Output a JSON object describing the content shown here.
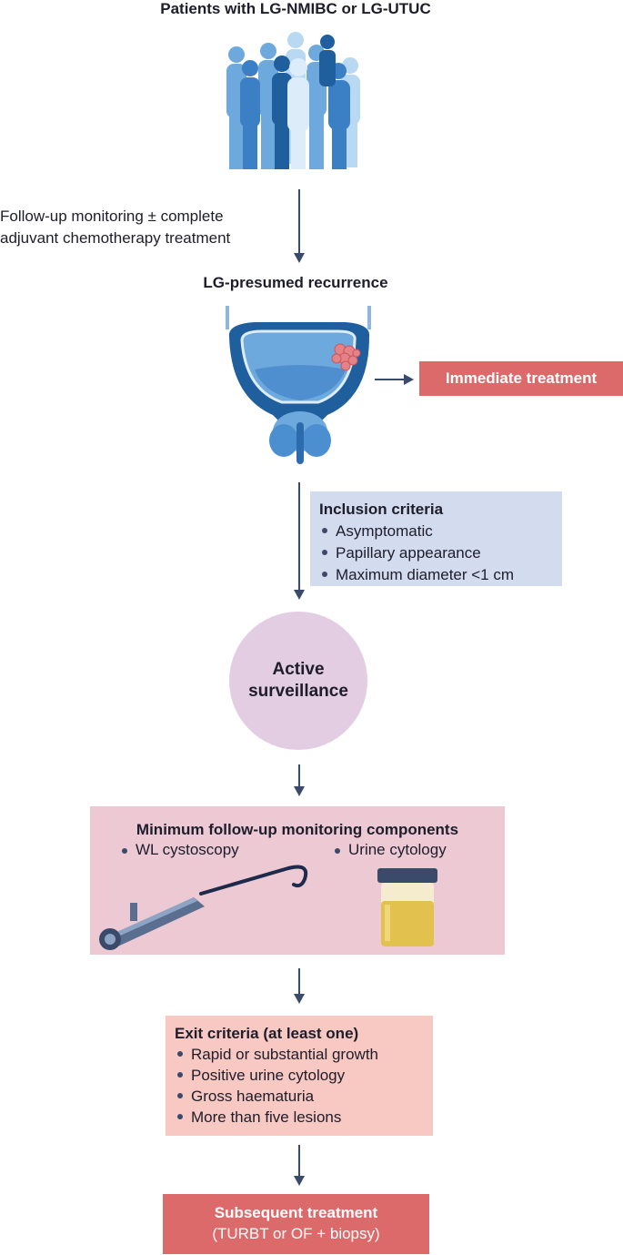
{
  "header": {
    "title": "Patients with LG-NMIBC or LG-UTUC"
  },
  "monitoring_note": {
    "line1": "Follow-up monitoring ± complete",
    "line2": "adjuvant chemotherapy treatment"
  },
  "recurrence": {
    "title": "LG-presumed recurrence"
  },
  "immediate": {
    "label": "Immediate treatment"
  },
  "inclusion": {
    "title": "Inclusion criteria",
    "items": [
      "Asymptomatic",
      "Papillary appearance",
      "Maximum diameter <1 cm"
    ]
  },
  "surveillance": {
    "line1": "Active",
    "line2": "surveillance"
  },
  "monitoring": {
    "title": "Minimum follow-up monitoring components",
    "items": [
      "WL cystoscopy",
      "Urine cytology"
    ]
  },
  "exit": {
    "title": "Exit criteria (at least one)",
    "items": [
      "Rapid or substantial growth",
      "Positive urine cytology",
      "Gross haematuria",
      "More than five lesions"
    ]
  },
  "subsequent": {
    "title": "Subsequent treatment",
    "subtitle": "(TURBT or OF + biopsy)"
  },
  "colors": {
    "arrow": "#3a4a6b",
    "immediate_box": "#dd6a6b",
    "inclusion_box": "#d3dbef",
    "surveillance_circle": "#e3cde3",
    "monitoring_box": "#edc9d4",
    "exit_box": "#f8c8c2",
    "subsequent_box": "#dd6a6b"
  }
}
